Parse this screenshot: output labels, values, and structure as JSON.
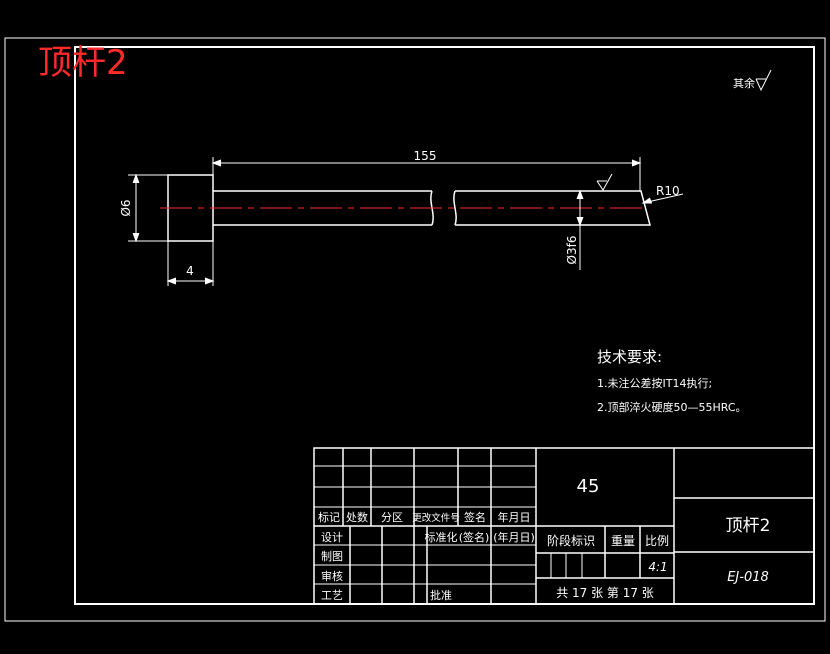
{
  "colors": {
    "background": "#000000",
    "lines": "#ffffff",
    "accent": "#ff2a2a"
  },
  "header_title": "顶杆2",
  "surface_finish_note": "其余",
  "dimensions": {
    "length": "155",
    "head_diameter": "Ø6",
    "shaft_diameter": "Ø3f6",
    "head_length": "4",
    "tip_radius": "R10"
  },
  "tech_requirements": {
    "heading": "技术要求:",
    "items": [
      "1.未注公差按IT14执行;",
      "2.顶部淬火硬度50—55HRC。"
    ]
  },
  "title_block": {
    "material": "45",
    "part_name": "顶杆2",
    "drawing_no": "EJ-018",
    "scale": "4:1",
    "sheets": "共 17 张   第 17 张",
    "headers": [
      "标记",
      "处数",
      "分区",
      "更改文件号",
      "签名",
      "年月日"
    ],
    "roles": [
      "设计",
      "制图",
      "审核",
      "工艺"
    ],
    "standardization": "标准化",
    "sign": "(签名)",
    "date": "(年月日)",
    "approve": "批准",
    "stage_mark": "阶段标识",
    "weight": "重量",
    "ratio": "比例"
  }
}
